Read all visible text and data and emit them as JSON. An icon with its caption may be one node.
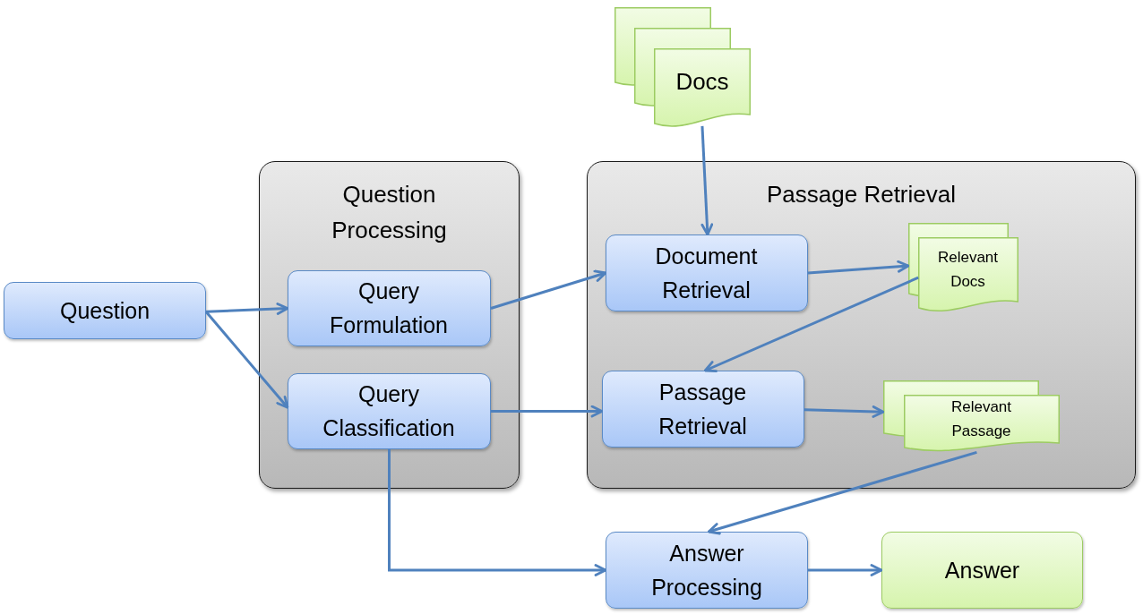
{
  "diagram": {
    "nodes": [
      {
        "text": [
          "Question"
        ]
      },
      {
        "text": [
          "Question Processing"
        ]
      },
      {
        "text": [
          "Query Formulation"
        ],
        "in": 1
      },
      {
        "text": [
          "Query Classification"
        ],
        "in": 1
      },
      {
        "text": [
          "Passage Retrieval"
        ]
      },
      {
        "text": [
          "Docs"
        ]
      },
      {
        "text": [
          "Document Retrieval"
        ],
        "in": 4
      },
      {
        "text": [
          "Relevant Docs"
        ],
        "in": 4
      },
      {
        "text": [
          "Passage Retrieval"
        ],
        "in": 4
      },
      {
        "text": [
          "Relevant Passage"
        ],
        "in": 4
      },
      {
        "text": [
          "Answer Processing"
        ]
      },
      {
        "text": [
          "Answer"
        ]
      }
    ],
    "edges": [
      {
        "from": 0,
        "to": 2,
        "arrow": "to"
      },
      {
        "from": 0,
        "to": 3,
        "arrow": "to"
      },
      {
        "from": 2,
        "to": 6,
        "arrow": "to"
      },
      {
        "from": 5,
        "to": 6,
        "arrow": "to"
      },
      {
        "from": 6,
        "to": 7,
        "arrow": "to"
      },
      {
        "from": 7,
        "to": 8,
        "arrow": "to"
      },
      {
        "from": 3,
        "to": 8,
        "arrow": "to"
      },
      {
        "from": 8,
        "to": 9,
        "arrow": "to"
      },
      {
        "from": 9,
        "to": 10,
        "arrow": "to"
      },
      {
        "from": 3,
        "to": 10,
        "arrow": "to"
      },
      {
        "from": 10,
        "to": 11,
        "arrow": "to"
      }
    ]
  }
}
